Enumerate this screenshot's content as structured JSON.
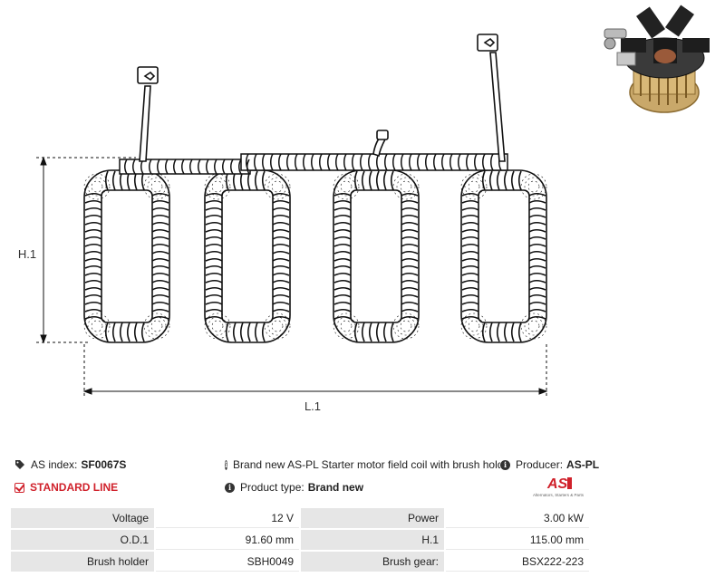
{
  "diagram": {
    "height_label": "H.1",
    "length_label": "L.1"
  },
  "info": {
    "index_label": "AS index:",
    "index_value": "SF0067S",
    "description": "Brand new AS-PL Starter motor field coil with brush holder",
    "producer_label": "Producer:",
    "producer_value": "AS-PL",
    "line": "STANDARD LINE",
    "type_label": "Product type:",
    "type_value": "Brand new"
  },
  "logo": {
    "mark": "AS",
    "tagline": "Alternators, Starters & Parts",
    "color": "#d0212b"
  },
  "specs": [
    {
      "l1": "Voltage",
      "v1": "12 V",
      "l2": "Power",
      "v2": "3.00 kW"
    },
    {
      "l1": "O.D.1",
      "v1": "91.60 mm",
      "l2": "H.1",
      "v2": "115.00 mm"
    },
    {
      "l1": "Brush holder",
      "v1": "SBH0049",
      "l2": "Brush gear:",
      "v2": "BSX222-223"
    }
  ]
}
